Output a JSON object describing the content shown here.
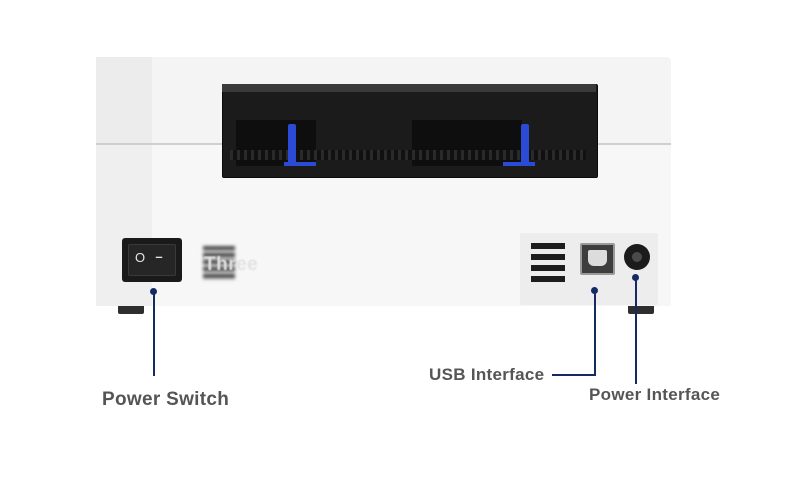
{
  "product": {
    "logo_text": "Three",
    "switch_symbols": {
      "off": "O",
      "on": "–"
    }
  },
  "callouts": {
    "power_switch": "Power Switch",
    "usb_interface": "USB Interface",
    "power_interface": "Power Interface"
  },
  "colors": {
    "callout_line": "#142a63",
    "label_text": "#555555",
    "paper_guide": "#2b4bd6",
    "printer_body": "#f5f5f5"
  }
}
